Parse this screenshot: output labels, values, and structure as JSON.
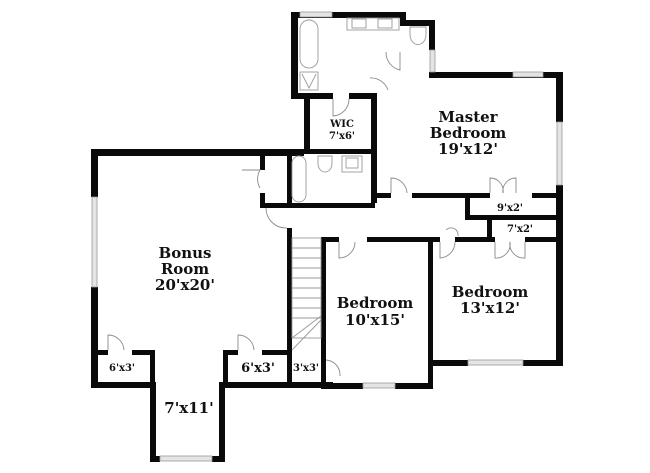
{
  "floor_plan": {
    "rooms": [
      {
        "id": "master-bedroom",
        "name_line1": "Master",
        "name_line2": "Bedroom",
        "size": "19'x12'"
      },
      {
        "id": "wic",
        "name": "WIC",
        "size": "7'x6'"
      },
      {
        "id": "bonus-room",
        "name_line1": "Bonus",
        "name_line2": "Room",
        "size": "20'x20'"
      },
      {
        "id": "bedroom-2",
        "name": "Bedroom",
        "size": "10'x15'"
      },
      {
        "id": "bedroom-3",
        "name": "Bedroom",
        "size": "13'x12'"
      },
      {
        "id": "closet-master",
        "size": "9'x2'"
      },
      {
        "id": "closet-bedroom3",
        "size": "7'x2'"
      },
      {
        "id": "closet-left",
        "size": "6'x3'"
      },
      {
        "id": "closet-center",
        "size": "6'x3'"
      },
      {
        "id": "closet-small",
        "size": "3'x3'"
      },
      {
        "id": "alcove",
        "size": "7'x11'"
      }
    ]
  }
}
